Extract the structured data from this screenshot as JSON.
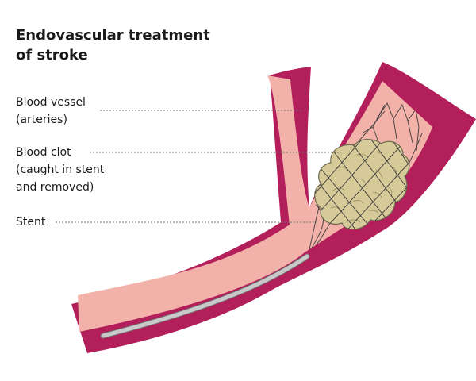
{
  "title": {
    "line1": "Endovascular treatment",
    "line2": "of stroke"
  },
  "labels": {
    "blood_vessel": {
      "line1": "Blood vessel",
      "line2": "(arteries)"
    },
    "blood_clot": {
      "line1": "Blood clot",
      "line2": "(caught in stent",
      "line3": "and removed)"
    },
    "stent": {
      "line1": "Stent"
    }
  },
  "colors": {
    "vessel_wall": "#b21f5a",
    "vessel_lumen": "#f2b2a9",
    "clot": "#d7ca99",
    "clot_outline": "#6c6a4e",
    "stent_wire": "#3c3c3c",
    "catheter": "#c9c9c9",
    "text": "#1a1a1a",
    "leader_line": "#707070"
  }
}
